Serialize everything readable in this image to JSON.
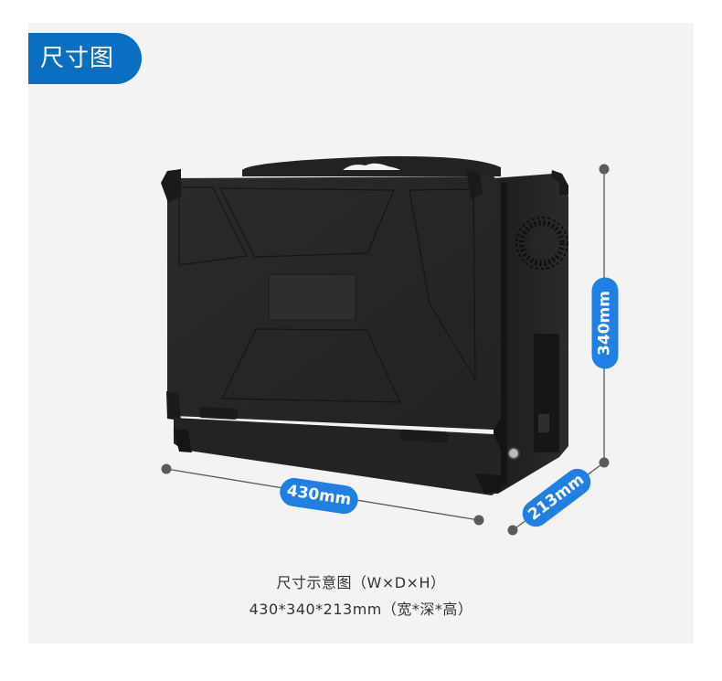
{
  "section_badge": {
    "label": "尺寸图",
    "color": "#0a6ec2"
  },
  "product": {
    "name": "rugged-portable-workstation",
    "color": "#262626"
  },
  "dimensions": {
    "width": {
      "label": "430mm",
      "value_mm": 430
    },
    "height": {
      "label": "340mm",
      "value_mm": 340
    },
    "depth": {
      "label": "213mm",
      "value_mm": 213
    },
    "pill_color": "#1f7fe3",
    "line_color": "#5a5a5a"
  },
  "caption": {
    "line1": "尺寸示意图（W×D×H）",
    "line2": "430*340*213mm（宽*深*高）"
  }
}
